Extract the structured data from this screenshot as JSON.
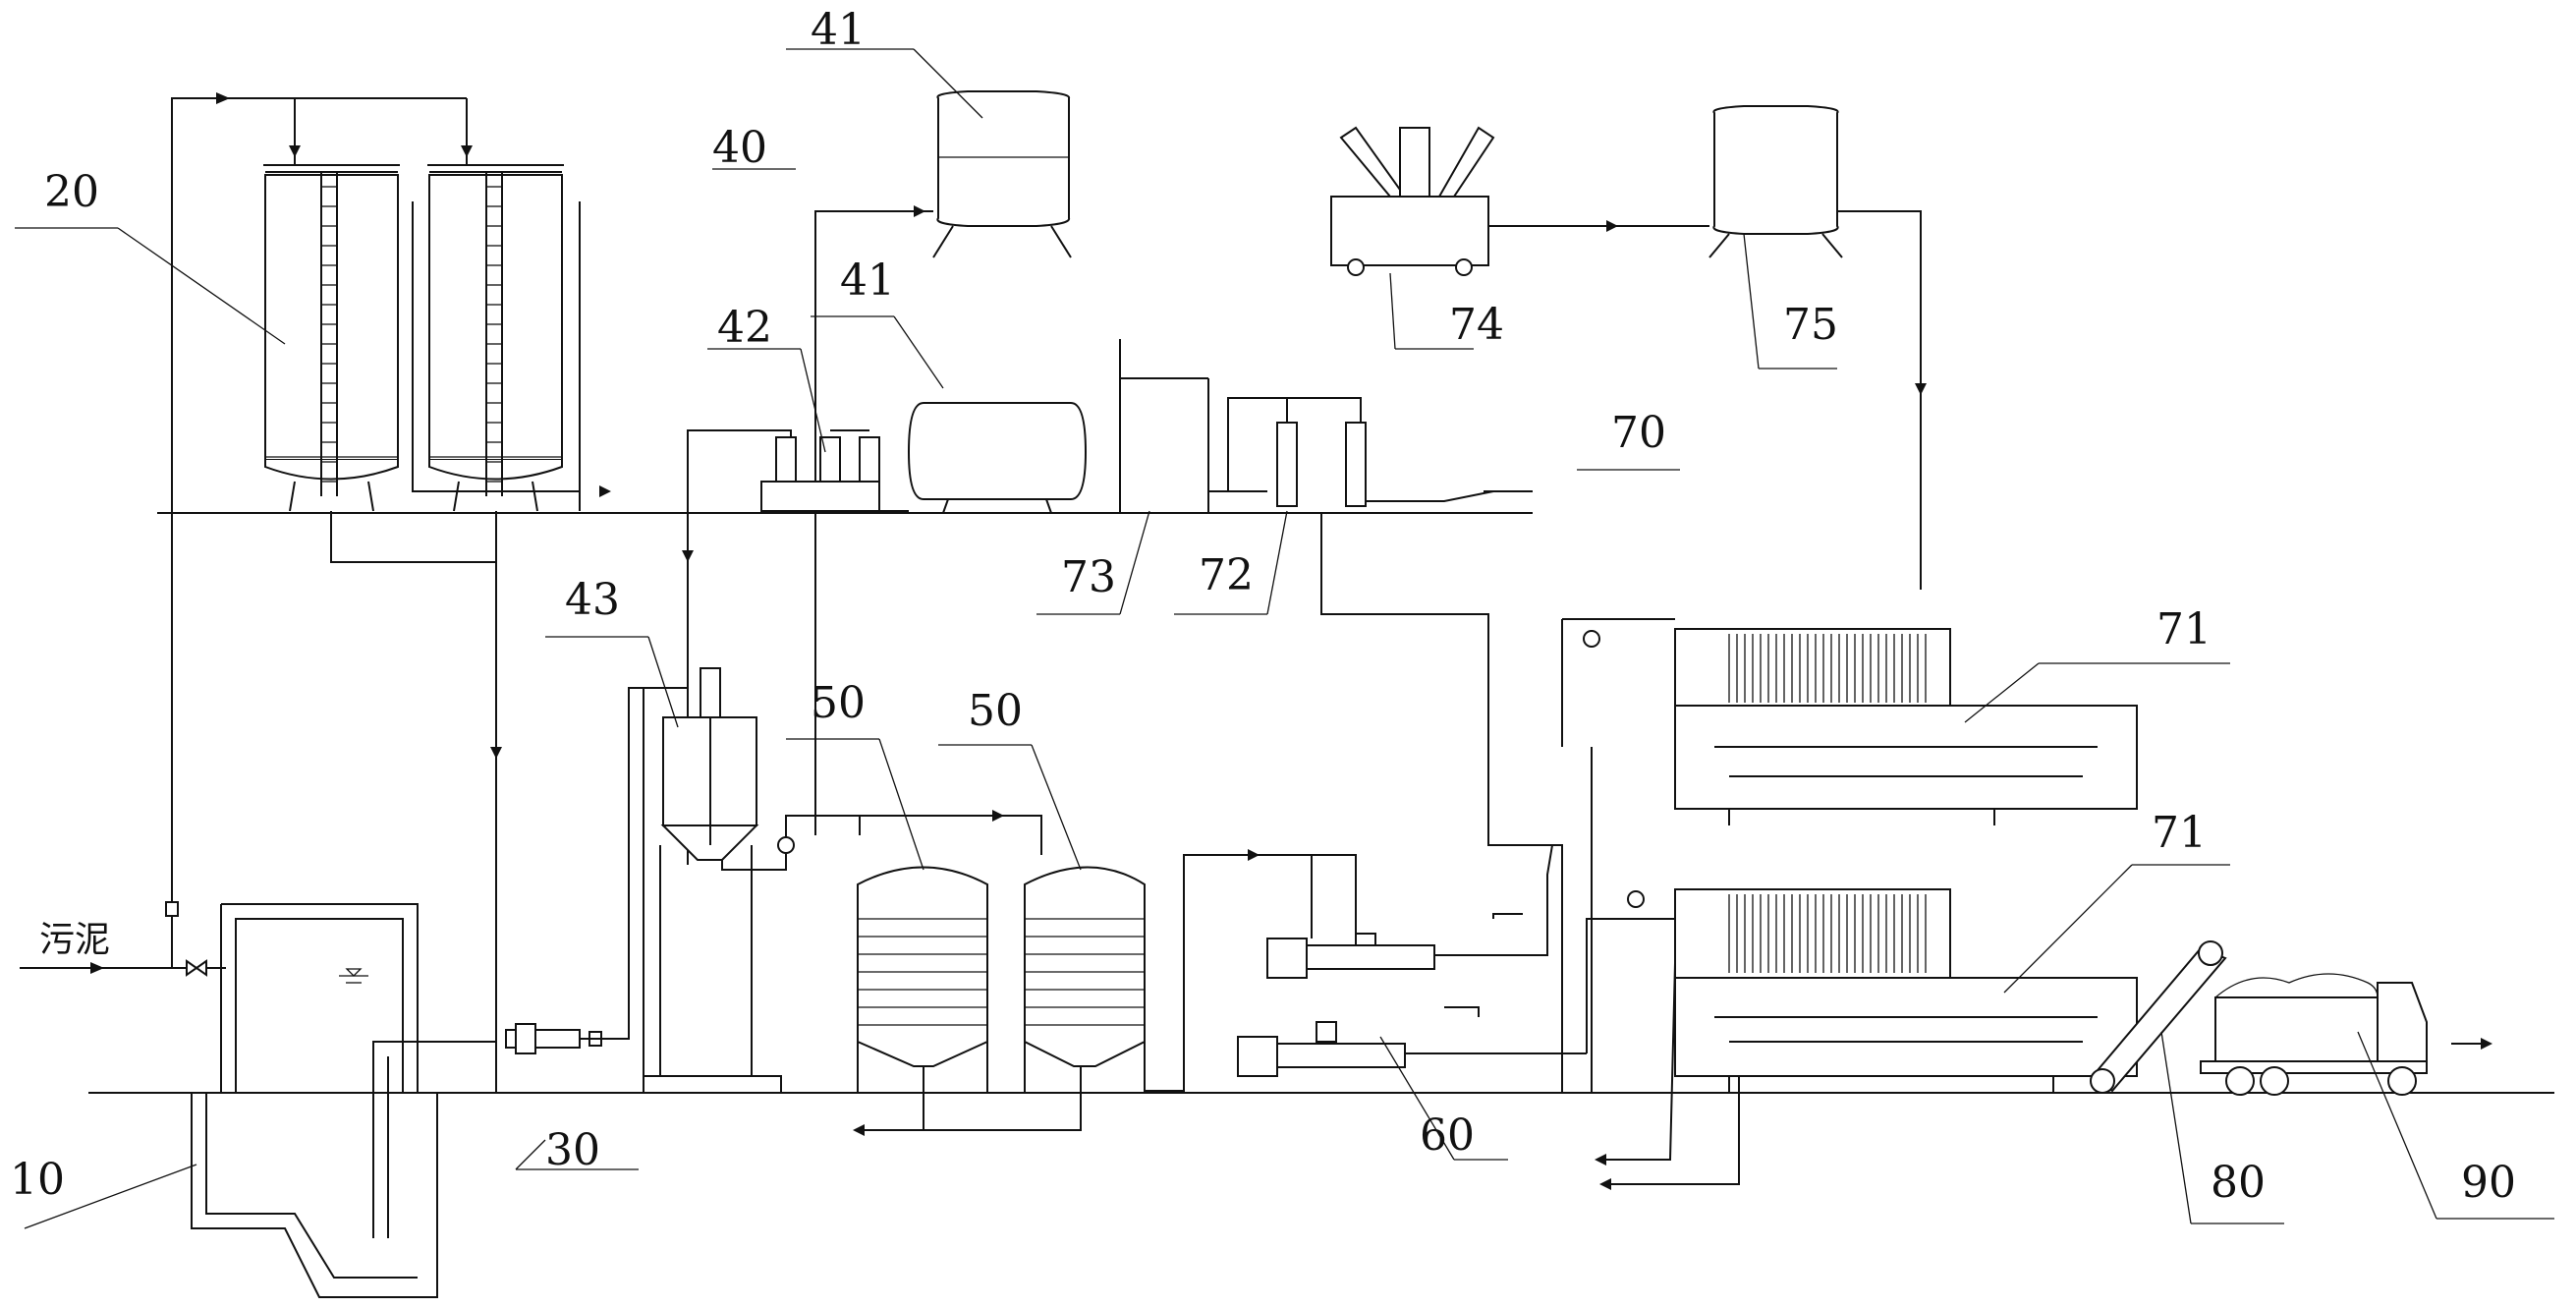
{
  "diagram": {
    "inlet_label": "污泥",
    "labels": {
      "n10": "10",
      "n20": "20",
      "n30": "30",
      "n40": "40",
      "n41a": "41",
      "n41b": "41",
      "n42": "42",
      "n43": "43",
      "n50a": "50",
      "n50b": "50",
      "n60": "60",
      "n70": "70",
      "n71a": "71",
      "n71b": "71",
      "n72": "72",
      "n73": "73",
      "n74": "74",
      "n75": "75",
      "n80": "80",
      "n90": "90"
    },
    "colors": {
      "line": "#111111",
      "background": "#ffffff"
    }
  }
}
